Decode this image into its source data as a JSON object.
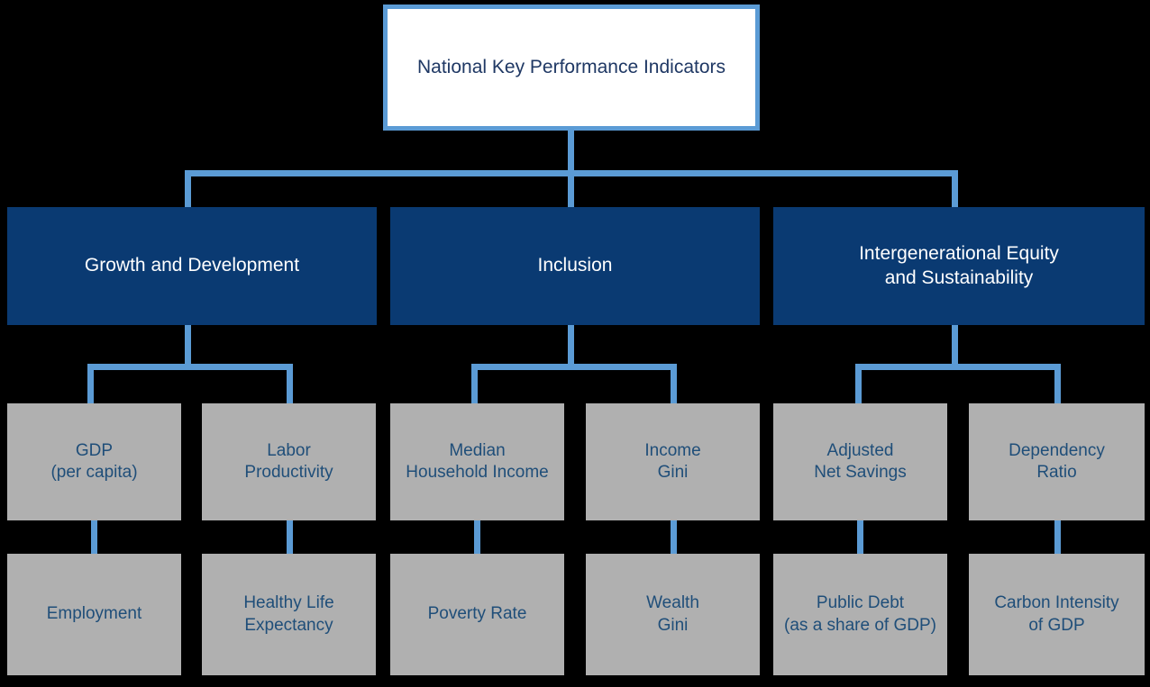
{
  "diagram": {
    "title": "National Key Performance Indicators",
    "type": "organizational-hierarchy",
    "colors": {
      "background": "#000000",
      "root_fill": "#ffffff",
      "root_border": "#5b9bd5",
      "root_text": "#1f3864",
      "category_fill": "#0a3a72",
      "category_text": "#ffffff",
      "leaf_fill": "#b0b0b0",
      "leaf_text": "#1f4e79",
      "connector": "#5b9bd5"
    },
    "root": {
      "label": "National Key Performance Indicators"
    },
    "categories": [
      {
        "label": "Growth and Development",
        "indicators": [
          {
            "label": "GDP\n(per capita)",
            "sub": "Employment"
          },
          {
            "label": "Labor\nProductivity",
            "sub": "Healthy Life\nExpectancy"
          }
        ]
      },
      {
        "label": "Inclusion",
        "indicators": [
          {
            "label": "Median\nHousehold Income",
            "sub": "Poverty Rate"
          },
          {
            "label": "Income\nGini",
            "sub": "Wealth\nGini"
          }
        ]
      },
      {
        "label": "Intergenerational Equity\nand Sustainability",
        "indicators": [
          {
            "label": "Adjusted\nNet Savings",
            "sub": "Public Debt\n(as a share of GDP)"
          },
          {
            "label": "Dependency\nRatio",
            "sub": "Carbon Intensity\nof GDP"
          }
        ]
      }
    ]
  }
}
